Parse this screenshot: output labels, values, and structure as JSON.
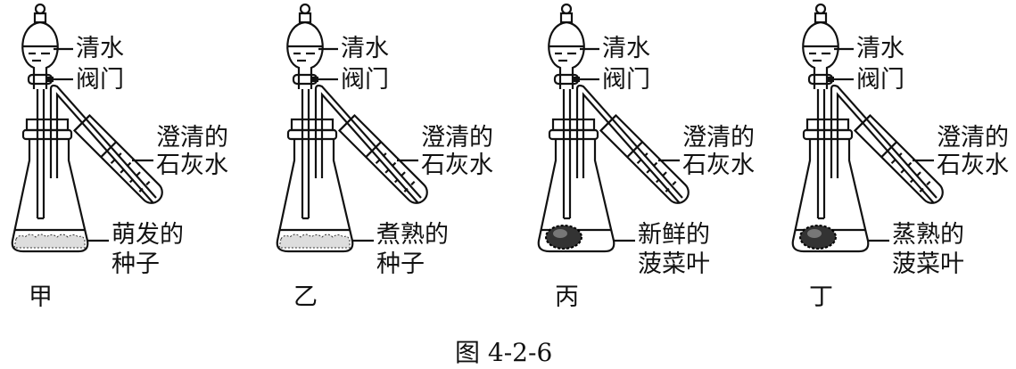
{
  "labels": {
    "water": "清水",
    "valve": "阀门",
    "lime1": "澄清的",
    "lime2": "石灰水"
  },
  "setups": [
    {
      "id": "甲",
      "content1": "萌发的",
      "content2": "种子",
      "kind": "seeds"
    },
    {
      "id": "乙",
      "content1": "煮熟的",
      "content2": "种子",
      "kind": "seeds"
    },
    {
      "id": "丙",
      "content1": "新鲜的",
      "content2": "菠菜叶",
      "kind": "leaf"
    },
    {
      "id": "丁",
      "content1": "蒸熟的",
      "content2": "菠菜叶",
      "kind": "leaf"
    }
  ],
  "caption": "图 4-2-6"
}
